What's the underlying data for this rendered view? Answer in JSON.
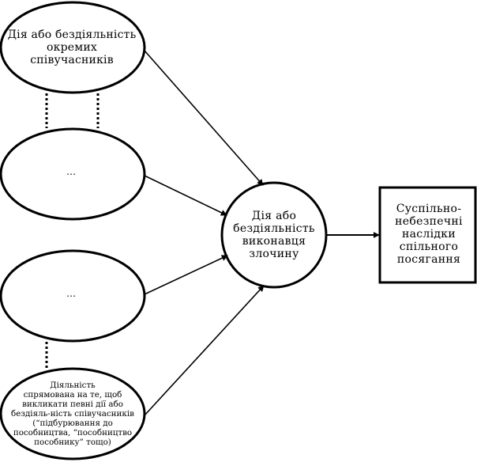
{
  "ellipse_a": {
    "lines": [
      "Дія або бездіяльність",
      "окремих",
      "співучасників"
    ]
  },
  "ellipse_b": {
    "text": "…"
  },
  "ellipse_c": {
    "text": "…"
  },
  "ellipse_d": {
    "lines": [
      "Діяльність",
      "спрямована на те, щоб",
      "викликати певні дії або",
      "бездіяль-ність співучасників",
      "(“підбурювання до",
      "пособництва, “пособництво",
      "пособнику” тощо)"
    ]
  },
  "center": {
    "lines": [
      "Дія або",
      "бездіяльність",
      "виконавця",
      "злочину"
    ]
  },
  "result": {
    "lines": [
      "Суспільно-",
      "небезпечні",
      "наслідки",
      "спільного",
      "посягання"
    ]
  }
}
